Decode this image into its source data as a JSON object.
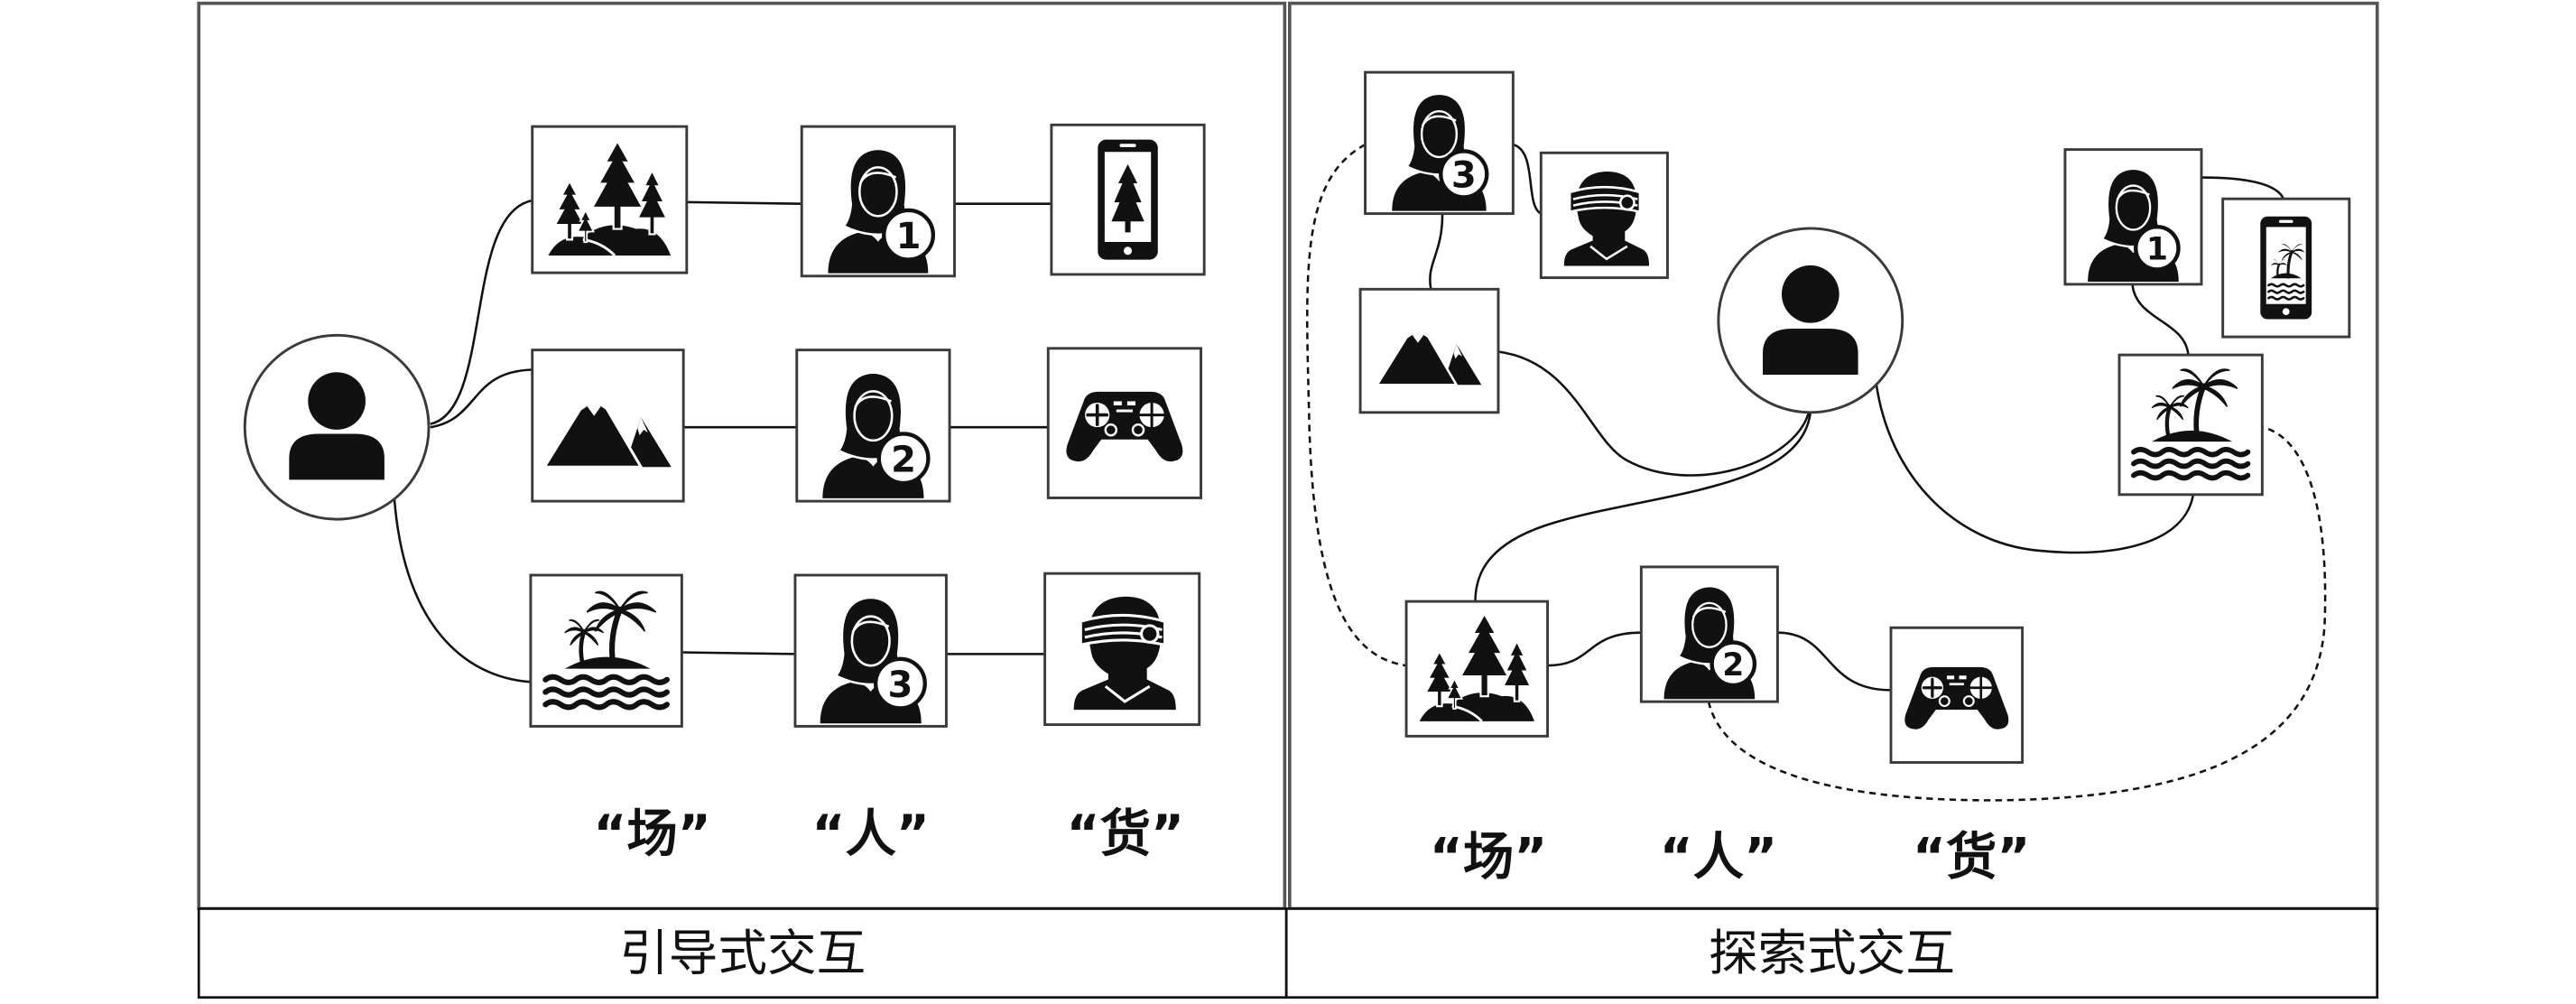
{
  "colors": {
    "ink": "#111111",
    "frame": "#3a3a3a",
    "panel_border": "#555555",
    "background": "#ffffff"
  },
  "left_panel": {
    "caption": "引导式交互",
    "column_labels": [
      "“场”",
      "“人”",
      "“货”"
    ],
    "center_icon": "user-icon",
    "rows": [
      {
        "scene_icon": "forest-icon",
        "person_icon": "woman-icon",
        "person_badge": "1",
        "goods_icon": "phone-tree-icon"
      },
      {
        "scene_icon": "mountain-icon",
        "person_icon": "woman-icon",
        "person_badge": "2",
        "goods_icon": "gamepad-icon"
      },
      {
        "scene_icon": "island-icon",
        "person_icon": "woman-icon",
        "person_badge": "3",
        "goods_icon": "vr-headset-icon"
      }
    ]
  },
  "right_panel": {
    "caption": "探索式交互",
    "column_labels": [
      "“场”",
      "“人”",
      "“货”"
    ],
    "center_icon": "user-icon",
    "people": [
      {
        "person_icon": "woman-icon",
        "person_badge": "3"
      },
      {
        "person_icon": "woman-icon",
        "person_badge": "2"
      },
      {
        "person_icon": "woman-icon",
        "person_badge": "1"
      }
    ],
    "scenes": [
      "mountain-icon",
      "forest-icon",
      "island-icon"
    ],
    "goods": [
      "vr-headset-icon",
      "gamepad-icon",
      "phone-island-icon"
    ]
  }
}
